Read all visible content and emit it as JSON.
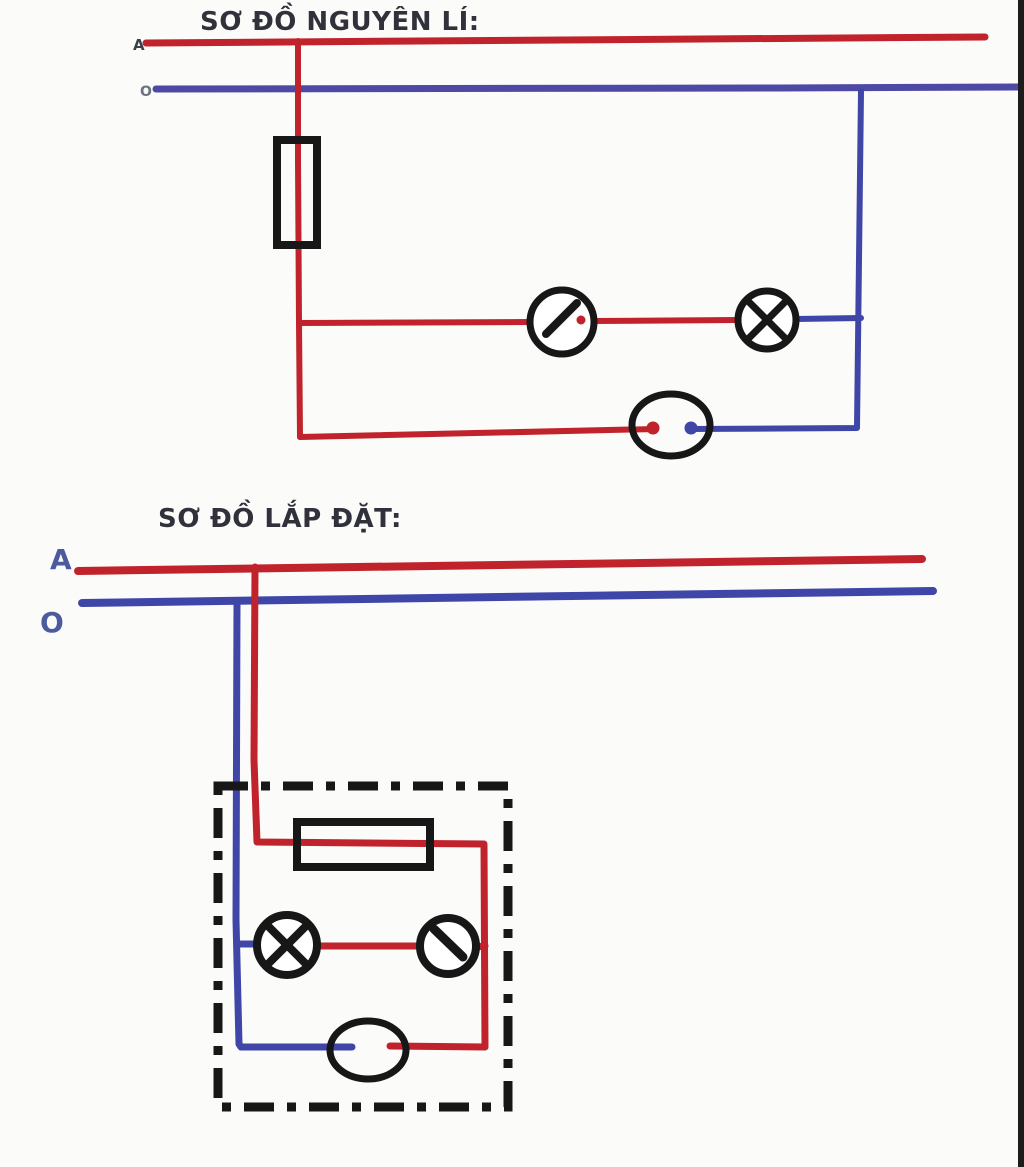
{
  "colors": {
    "wire_red": "#c0232b",
    "wire_blue": "#3f46a8",
    "wire_blue_top": "#4d49a4",
    "symbol_black": "#171717",
    "title_color": "#30313a",
    "label_blue": "#4c5a9e",
    "label_top_a": "#3a4149",
    "label_top_o": "#6b7280",
    "edge_strip": "#1c1c1c",
    "background": "#fbfbfa"
  },
  "principle": {
    "title": "SƠ ĐỒ NGUYÊN LÍ:",
    "phase_label": "A",
    "neutral_label": "O",
    "components": [
      "fuse-icon",
      "switch-icon",
      "lamp-icon",
      "socket-icon"
    ]
  },
  "installation": {
    "title": "SƠ ĐỒ LẮP ĐẶT:",
    "phase_label": "A",
    "neutral_label": "O",
    "components": [
      "fuse-icon",
      "lamp-icon",
      "switch-icon",
      "socket-icon"
    ]
  }
}
